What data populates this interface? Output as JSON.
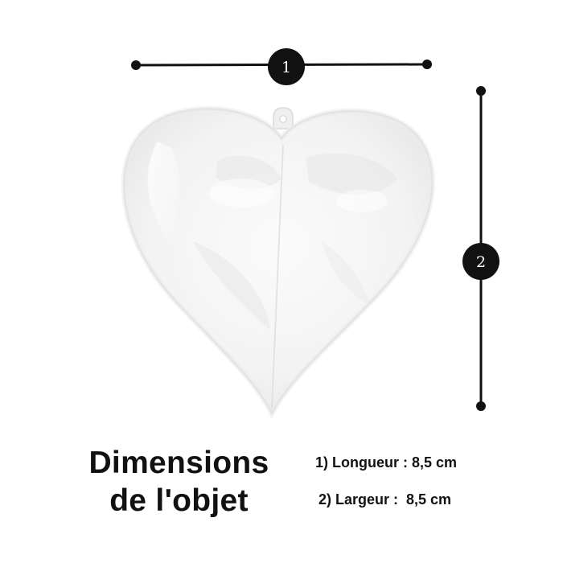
{
  "colors": {
    "background": "#ffffff",
    "marker": "#111111",
    "text": "#111111"
  },
  "markers": {
    "horizontal_label": "1",
    "vertical_label": "2"
  },
  "title": {
    "line1": "Dimensions",
    "line2": "de l'objet"
  },
  "specs": [
    {
      "text": "1) Longueur : 8,5 cm"
    },
    {
      "text": "2) Largeur :  8,5 cm"
    }
  ],
  "image": {
    "icon": "clear-heart-ornament-icon"
  }
}
